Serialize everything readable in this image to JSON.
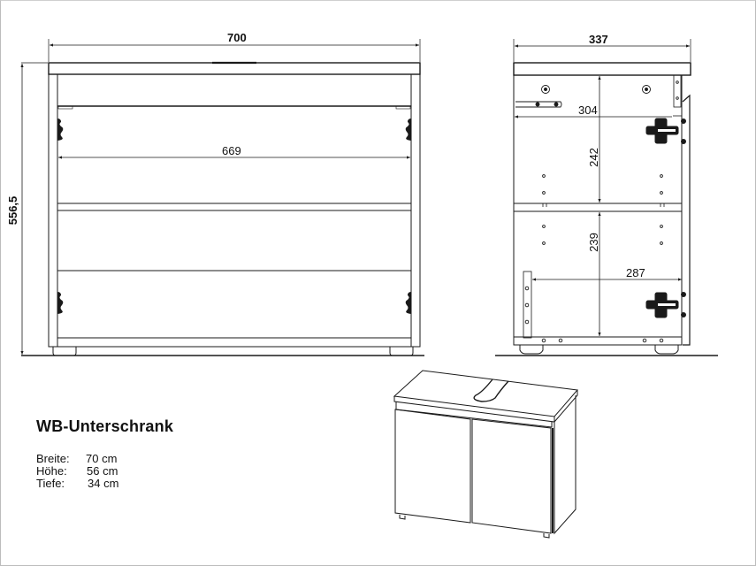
{
  "front_view": {
    "width_label": "700",
    "inner_width_label": "669",
    "height_label": "556,5"
  },
  "side_view": {
    "depth_label": "337",
    "inner_depth_top_label": "304",
    "upper_compartment_height_label": "242",
    "lower_compartment_height_label": "239",
    "inner_depth_bottom_label": "287"
  },
  "product": {
    "title": "WB-Unterschrank",
    "specs": [
      {
        "label": "Breite:",
        "value": "70 cm"
      },
      {
        "label": "Höhe:",
        "value": "56 cm"
      },
      {
        "label": "Tiefe:",
        "value": "34 cm"
      }
    ]
  },
  "colors": {
    "line": "#1a1a1a",
    "frame": "#bdbdbd",
    "background": "#ffffff"
  }
}
